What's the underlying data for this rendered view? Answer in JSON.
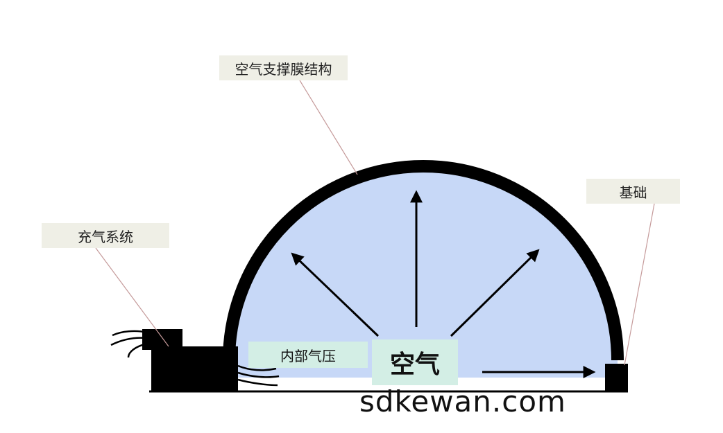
{
  "labels": {
    "membrane_structure": "空气支撑膜结构",
    "foundation": "基础",
    "inflation_system": "充气系统",
    "internal_pressure": "内部气压",
    "air": "空气"
  },
  "watermark": "sdkewan.com",
  "colors": {
    "dome_fill": "#c7d8f7",
    "dome_outline": "#000000",
    "leader_line": "#c59a9a",
    "label_bg": "#efefe6",
    "callout_bg": "#d3eee5"
  }
}
